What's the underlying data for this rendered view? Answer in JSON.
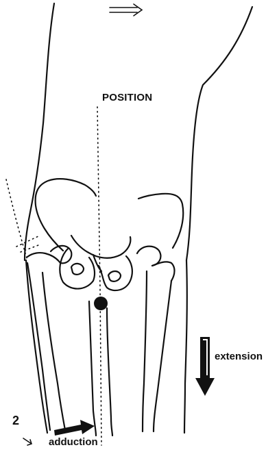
{
  "labels": {
    "position": "POSITION",
    "extension": "extension",
    "adduction": "adduction",
    "figure_number": "2"
  },
  "colors": {
    "ink": "#111111",
    "background": "#ffffff"
  }
}
